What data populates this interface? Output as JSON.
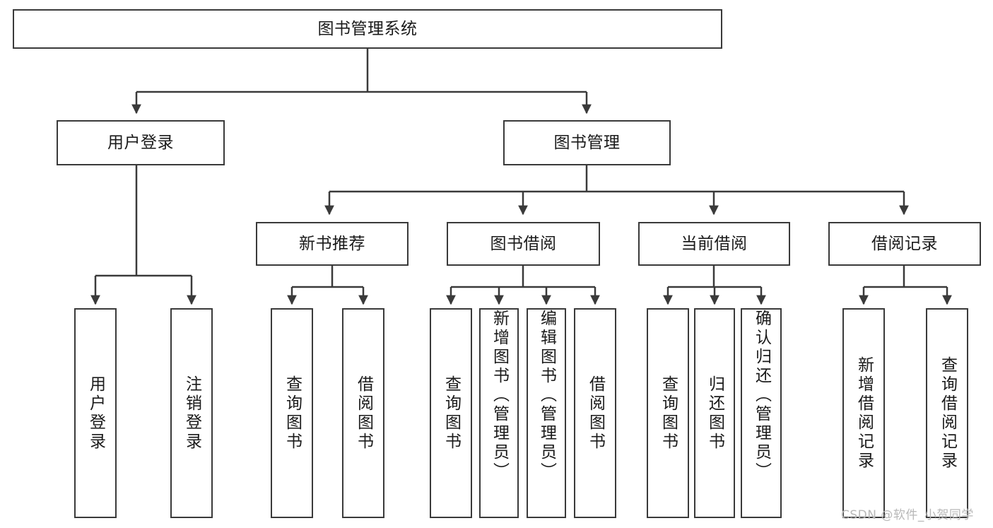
{
  "diagram": {
    "title": "图书管理系统",
    "type": "hierarchy-tree",
    "nodes": {
      "root": {
        "label": "图书管理系统"
      },
      "level2": [
        {
          "id": "user-login",
          "label": "用户登录"
        },
        {
          "id": "book-management",
          "label": "图书管理"
        }
      ],
      "level3": [
        {
          "id": "new-book-recommend",
          "label": "新书推荐"
        },
        {
          "id": "book-borrow",
          "label": "图书借阅"
        },
        {
          "id": "current-borrow",
          "label": "当前借阅"
        },
        {
          "id": "borrow-record",
          "label": "借阅记录"
        }
      ],
      "leaves": [
        {
          "id": "leaf-user-login",
          "label": "用户登录",
          "parent": "user-login"
        },
        {
          "id": "leaf-user-logout",
          "label": "注销登录",
          "parent": "user-login"
        },
        {
          "id": "leaf-query-book-1",
          "label": "查询图书",
          "parent": "new-book-recommend"
        },
        {
          "id": "leaf-borrow-book-1",
          "label": "借阅图书",
          "parent": "new-book-recommend"
        },
        {
          "id": "leaf-query-book-2",
          "label": "查询图书",
          "parent": "book-borrow"
        },
        {
          "id": "leaf-add-book",
          "label": "新增图书（管理员）",
          "parent": "book-borrow"
        },
        {
          "id": "leaf-edit-book",
          "label": "编辑图书（管理员）",
          "parent": "book-borrow"
        },
        {
          "id": "leaf-borrow-book-2",
          "label": "借阅图书",
          "parent": "book-borrow"
        },
        {
          "id": "leaf-query-book-3",
          "label": "查询图书",
          "parent": "current-borrow"
        },
        {
          "id": "leaf-return-book",
          "label": "归还图书",
          "parent": "current-borrow"
        },
        {
          "id": "leaf-confirm-return",
          "label": "确认归还（管理员）",
          "parent": "current-borrow"
        },
        {
          "id": "leaf-add-record",
          "label": "新增借阅记录",
          "parent": "borrow-record"
        },
        {
          "id": "leaf-query-record",
          "label": "查询借阅记录",
          "parent": "borrow-record"
        }
      ]
    },
    "colors": {
      "stroke": "#3a3a3a",
      "background": "#ffffff",
      "text": "#1a1a1a",
      "watermark": "#b8b8b8"
    }
  },
  "watermark": {
    "text": "CSDN @软件_小贺同学"
  }
}
